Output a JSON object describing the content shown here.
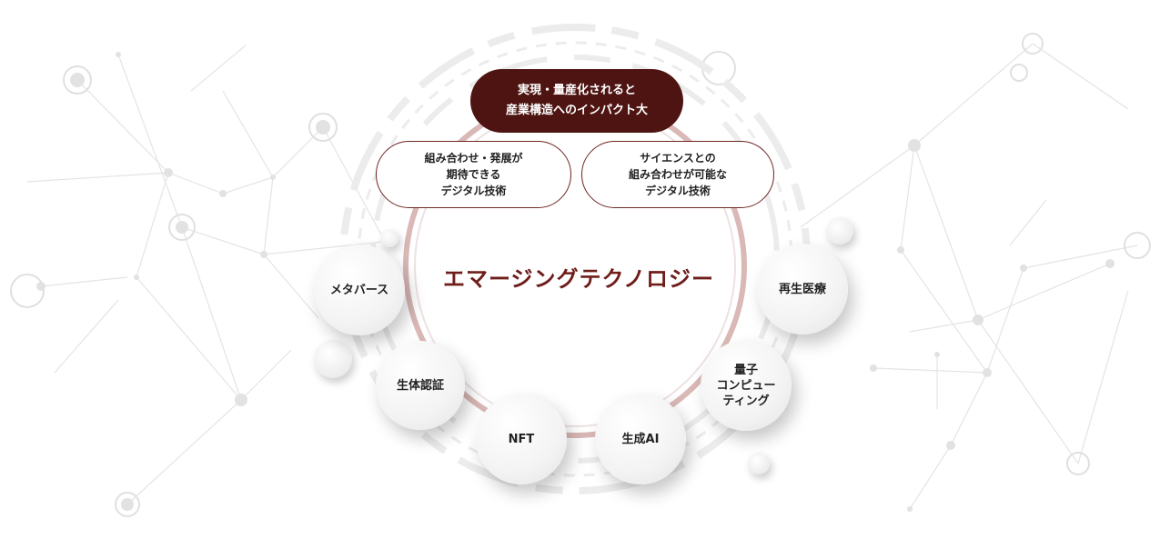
{
  "top_box": {
    "lines": [
      "実現・量産化されると",
      "産業構造へのインパクト大"
    ]
  },
  "left_box": {
    "lines": [
      "組み合わせ・発展が",
      "期待できる",
      "デジタル技術"
    ]
  },
  "right_box": {
    "lines": [
      "サイエンスとの",
      "組み合わせが可能な",
      "デジタル技術"
    ]
  },
  "center": {
    "title": "エマージングテクノロジー"
  },
  "technologies": {
    "metaverse": "メタバース",
    "biometrics": "生体認証",
    "nft": "NFT",
    "generative_ai": "生成AI",
    "quantum": [
      "量子",
      "コンピュー",
      "ティング"
    ],
    "regenerative_medicine": "再生医療"
  },
  "colors": {
    "accent_dark": "#4e1412",
    "title": "#6e1d1a",
    "ring": "#d9b8b6"
  }
}
